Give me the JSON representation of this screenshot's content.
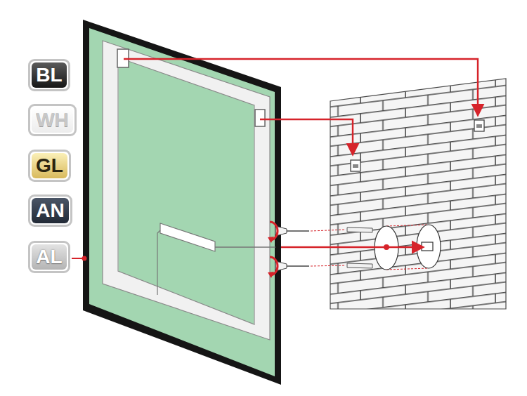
{
  "diagram": {
    "nodes": [
      {
        "text": [
          "BL"
        ]
      },
      {
        "text": [
          "WH"
        ]
      },
      {
        "text": [
          "GL"
        ]
      },
      {
        "text": [
          "AN"
        ]
      },
      {
        "text": [
          "AL"
        ]
      }
    ]
  }
}
